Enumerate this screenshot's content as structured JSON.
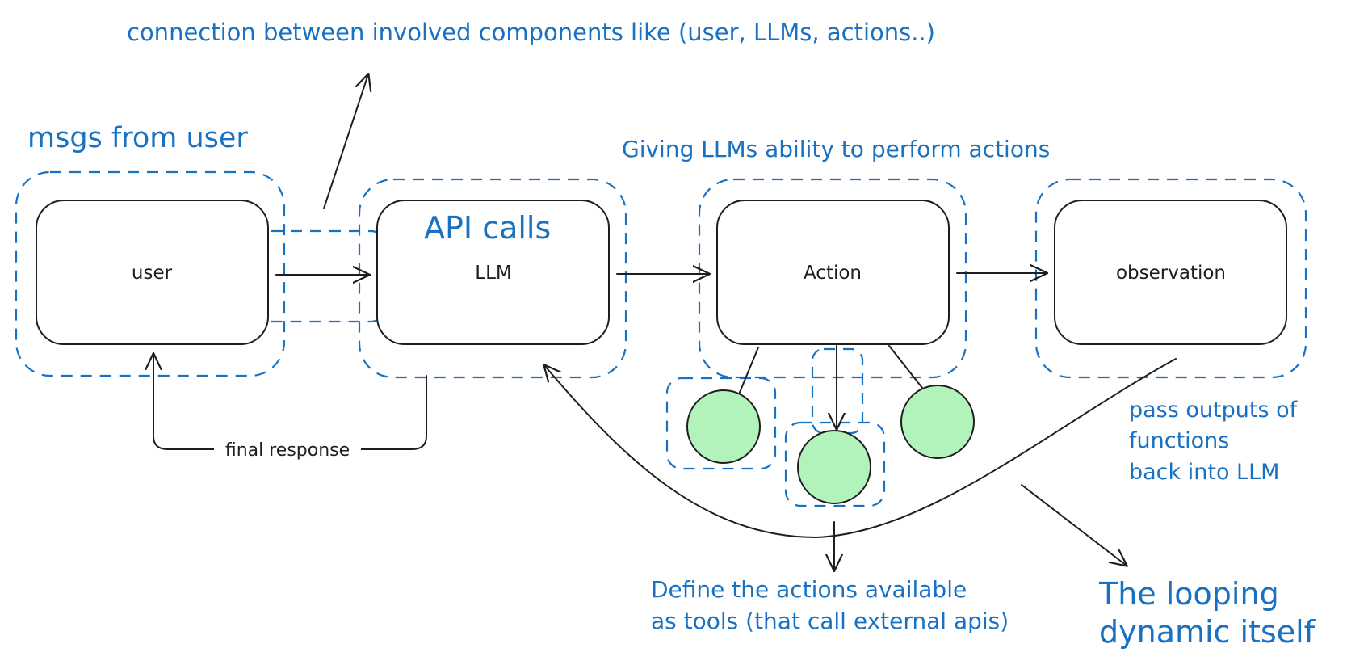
{
  "nodes": {
    "user": "user",
    "llm": "LLM",
    "action": "Action",
    "observation": "observation"
  },
  "annotations": {
    "connection": "connection between involved components like (user, LLMs, actions..)",
    "msgs_from_user": "msgs from user",
    "api_calls": "API calls",
    "giving_llms": "Giving LLMs ability to perform actions",
    "final_response": "final response",
    "pass_outputs_line1": "pass outputs of",
    "pass_outputs_line2": "functions",
    "pass_outputs_line3": "back into LLM",
    "define_actions_line1": "Define the actions available",
    "define_actions_line2": "as tools (that call external apis)",
    "looping_line1": "The looping",
    "looping_line2": "dynamic itself"
  },
  "colors": {
    "annotation": "#1971c2",
    "stroke": "#1e1e1e",
    "tool_fill": "#b2f2bb"
  }
}
